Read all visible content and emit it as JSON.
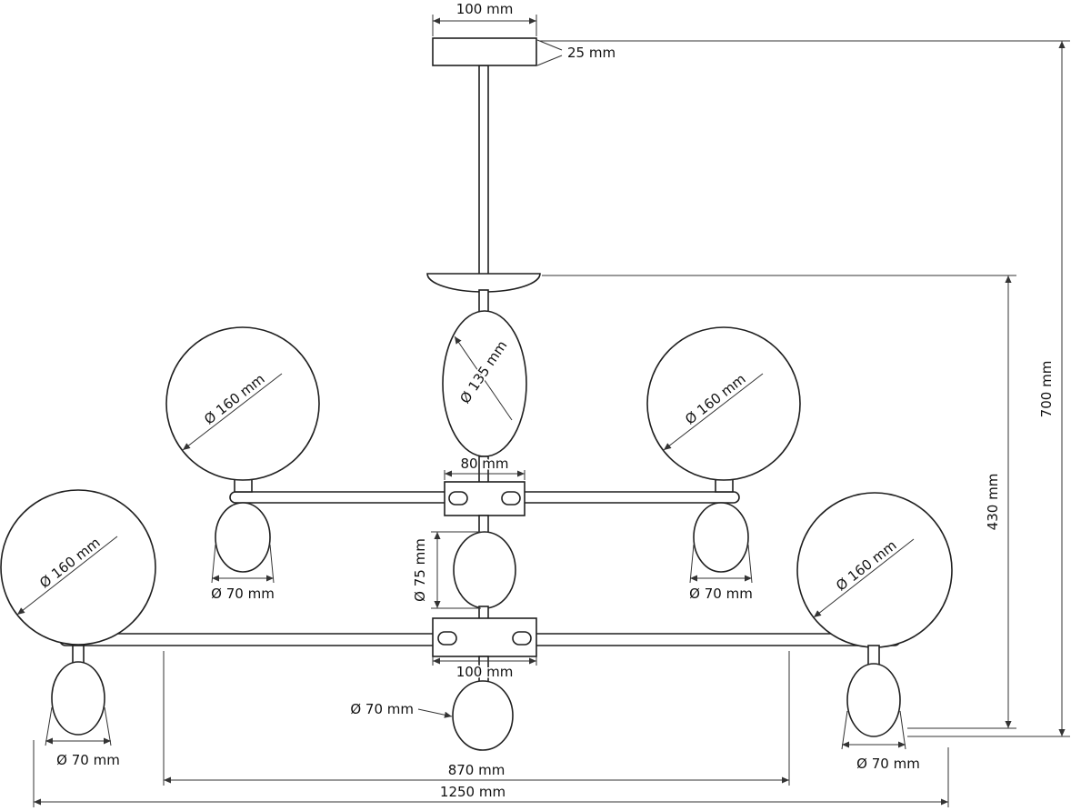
{
  "meta": {
    "subject": "Chandelier technical dimension drawing",
    "units": "mm"
  },
  "labels": {
    "canopy_width": "100 mm",
    "canopy_height": "25 mm",
    "center_globe_diameter": "Ø 135 mm",
    "upper_left_globe_diameter": "Ø 160 mm",
    "upper_right_globe_diameter": "Ø 160 mm",
    "lower_left_globe_diameter": "Ø 160 mm",
    "lower_right_globe_diameter": "Ø 160 mm",
    "upper_hub_width": "80 mm",
    "mid_globe_diameter": "Ø 75 mm",
    "lower_hub_width": "100 mm",
    "upper_left_small_globe_diameter": "Ø 70 mm",
    "upper_right_small_globe_diameter": "Ø 70 mm",
    "lower_left_small_globe_diameter": "Ø 70 mm",
    "lower_right_small_globe_diameter": "Ø 70 mm",
    "bottom_globe_diameter": "Ø 70 mm",
    "total_height": "700 mm",
    "lower_section_height": "430 mm",
    "upper_span_width": "870 mm",
    "total_width": "1250 mm"
  },
  "colors": {
    "line": "#1f1f1f",
    "dim_line": "#333333",
    "text": "#111111",
    "background": "#ffffff"
  }
}
